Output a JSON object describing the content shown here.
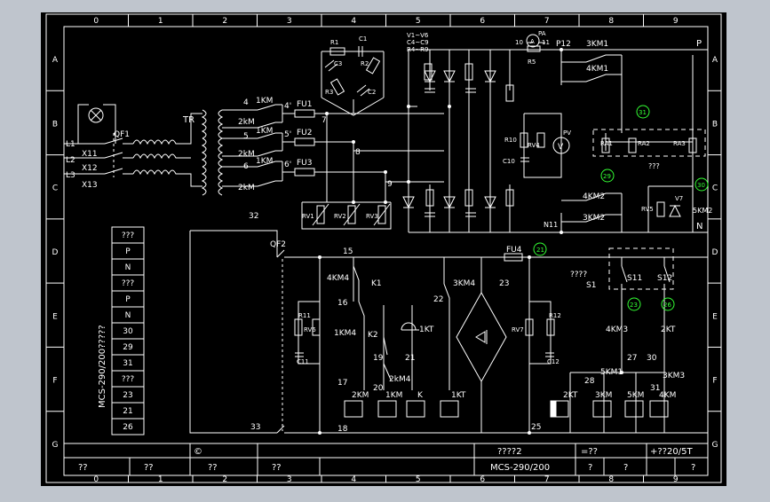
{
  "colors": {
    "outer_bg": "#bfc5cd",
    "sheet_bg": "#000000",
    "line": "#ffffff",
    "accent": "#33ff33"
  },
  "grid": {
    "columns": [
      "0",
      "1",
      "2",
      "3",
      "4",
      "5",
      "6",
      "7",
      "8",
      "9"
    ],
    "rows": [
      "A",
      "B",
      "C",
      "D",
      "E",
      "F",
      "G"
    ]
  },
  "labels": {
    "tr": "TR",
    "qf1": "QF1",
    "qf2": "QF2",
    "l1": "L1",
    "l2": "L2",
    "l3": "L3",
    "x11": "X11",
    "x12": "X12",
    "x13": "X13",
    "w4": "4",
    "w5": "5",
    "w6": "6",
    "w4p": "4'",
    "w5p": "5'",
    "w6p": "6'",
    "km1_a": "1KM",
    "km1_b": "1KM",
    "km1_c": "1KM",
    "km2_a": "2kM",
    "km2_b": "2kM",
    "km2_c": "2kM",
    "fu1": "FU1",
    "fu2": "FU2",
    "fu3": "FU3",
    "n7": "7",
    "n8": "8",
    "n9": "9",
    "rv1": "RV1",
    "rv2": "RV2",
    "rv3": "RV3",
    "r1": "R1",
    "c1": "C1",
    "c3": "C3",
    "r2": "R2",
    "r3": "R3",
    "c2": "C2",
    "v16": "V1~V6",
    "c49": "C4~C9",
    "r49": "R4~R9",
    "r10": "R10",
    "rv4": "RV4",
    "c10": "C10",
    "pv": "PV",
    "v_meter": "V",
    "pa": "PA",
    "a_meter": "A",
    "r5": "R5",
    "n10": "10",
    "n11b": "11",
    "p12": "P12",
    "km31": "3KM1",
    "km41": "4KM1",
    "p_top": "P",
    "c31": "31",
    "c29": "29",
    "c30": "30",
    "ra1": "RA1",
    "ra2": "RA2",
    "ra3": "RA3",
    "qmarks": "???",
    "km42": "4KM2",
    "km32": "3KM2",
    "n11": "N11",
    "rv5": "RV5",
    "v7": "V7",
    "km52": "5KM2",
    "n_right": "N",
    "n32": "32",
    "n15": "15",
    "n16": "16",
    "n22": "22",
    "n23": "23",
    "km4_1": "4KM4",
    "k1": "K1",
    "km34": "3KM4",
    "fu4": "FU4",
    "c21": "21",
    "s1_q": "????",
    "s1": "S1",
    "s11": "S11",
    "s12": "S12",
    "c23": "23",
    "c26": "26",
    "r11": "R11",
    "rv6": "RV6",
    "c11": "C11",
    "km14": "1KM4",
    "k2": "K2",
    "kt1": "1KT",
    "n19": "19",
    "n21": "21",
    "km24": "2kM4",
    "rv7": "RV7",
    "r12": "R12",
    "c12": "C12",
    "km43": "4KM3",
    "kt2": "2KT",
    "n27": "27",
    "n30": "30",
    "km51": "5KM1",
    "km33": "3KM3",
    "n28": "28",
    "n31": "31",
    "n17": "17",
    "n20": "20",
    "n18": "18",
    "n25": "25",
    "n33": "33",
    "coil_2km": "2KM",
    "coil_1km": "1KM",
    "coil_k": "K",
    "coil_1kt": "1KT",
    "coil_2kt": "2KT",
    "coil_3km": "3KM",
    "coil_5km": "5KM",
    "coil_4km": "4KM"
  },
  "side_table": {
    "cells": [
      "???",
      "P",
      "N",
      "???",
      "P",
      "N",
      "30",
      "29",
      "31",
      "???",
      "23",
      "21",
      "26"
    ],
    "vertical_label": "MCS-290/200?????"
  },
  "title_block": {
    "bottom_left": [
      "??",
      "??",
      "??",
      "??"
    ],
    "copyright": "©",
    "title_top": "????2",
    "title_bottom": "MCS-290/200",
    "scale": "=??",
    "sheet": "+??20/5T",
    "bottom_right": [
      "?",
      "?",
      "?"
    ]
  }
}
